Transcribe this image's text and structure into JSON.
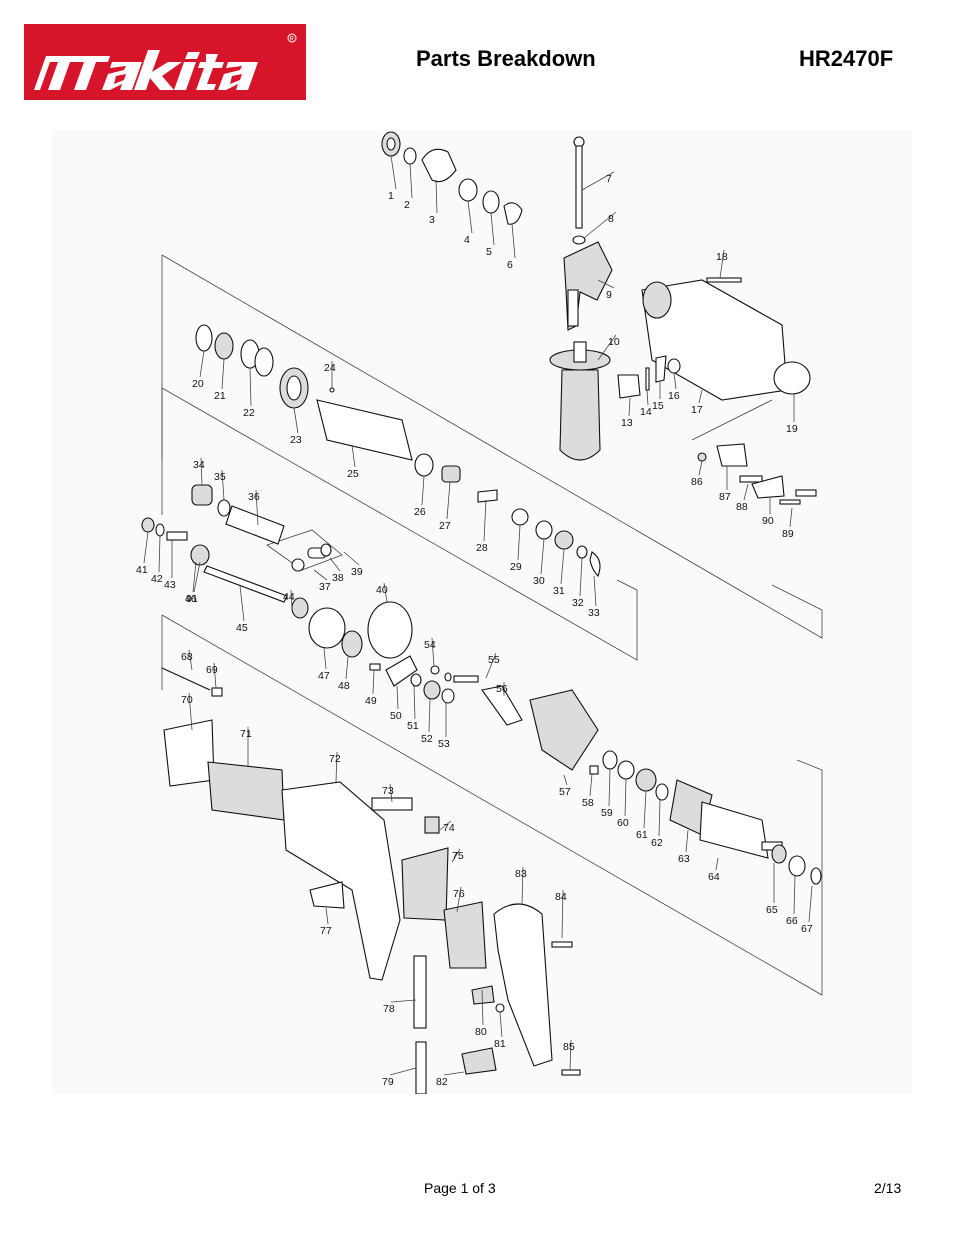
{
  "header": {
    "brand": "makita",
    "title": "Parts Breakdown",
    "model": "HR2470F"
  },
  "colors": {
    "brand_red": "#d7152a",
    "diagram_bg": "#fafafa"
  },
  "diagram": {
    "parts": [
      "1",
      "2",
      "3",
      "4",
      "5",
      "6",
      "7",
      "8",
      "9",
      "10",
      "13",
      "14",
      "15",
      "16",
      "17",
      "18",
      "19",
      "20",
      "21",
      "22",
      "23",
      "24",
      "25",
      "26",
      "27",
      "28",
      "29",
      "30",
      "31",
      "32",
      "33",
      "34",
      "35",
      "36",
      "37",
      "38",
      "39",
      "40",
      "41",
      "42",
      "43",
      "44",
      "45",
      "46",
      "47",
      "48",
      "49",
      "50",
      "51",
      "52",
      "53",
      "54",
      "55",
      "56",
      "57",
      "58",
      "59",
      "60",
      "61",
      "62",
      "63",
      "64",
      "65",
      "66",
      "67",
      "68",
      "69",
      "70",
      "71",
      "72",
      "73",
      "74",
      "75",
      "76",
      "77",
      "78",
      "79",
      "80",
      "81",
      "82",
      "83",
      "84",
      "85",
      "86",
      "87",
      "88",
      "89",
      "90",
      "91"
    ]
  },
  "footer": {
    "page": "Page 1 of 3",
    "date": "2/13"
  }
}
